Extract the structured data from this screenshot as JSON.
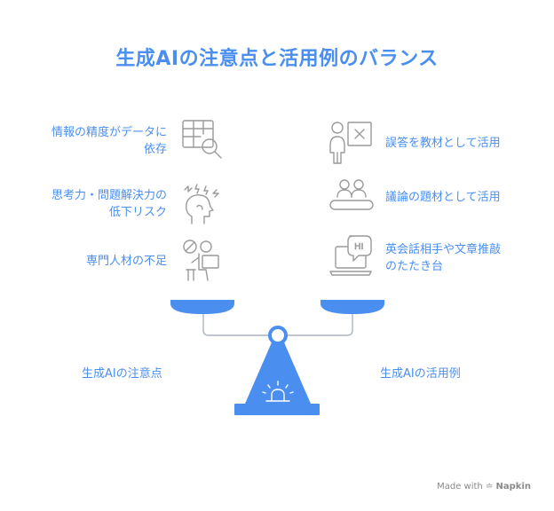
{
  "title": "生成AIの注意点と活用例のバランス",
  "left": {
    "caption": "生成AIの注意点",
    "items": [
      {
        "line1": "情報の精度がデータに",
        "line2": "依存",
        "icon": "spreadsheet-search-icon"
      },
      {
        "line1": "思考力・問題解決力の",
        "line2": "低下リスク",
        "icon": "stressed-head-icon"
      },
      {
        "line1": "専門人材の不足",
        "line2": "",
        "icon": "unavailable-worker-icon"
      }
    ]
  },
  "right": {
    "caption": "生成AIの活用例",
    "items": [
      {
        "line1": "誤答を教材として活用",
        "line2": "",
        "icon": "teacher-board-icon"
      },
      {
        "line1": "議論の題材として活用",
        "line2": "",
        "icon": "discussion-group-icon"
      },
      {
        "line1": "英会話相手や文章推敲",
        "line2": "のたたき台",
        "icon": "laptop-chat-icon"
      }
    ]
  },
  "credit": {
    "made_with": "Made with",
    "brand": "Napkin"
  },
  "colors": {
    "accent": "#4a8ff0",
    "icon": "#9a9a9a",
    "scale": "#4a8ff0"
  }
}
